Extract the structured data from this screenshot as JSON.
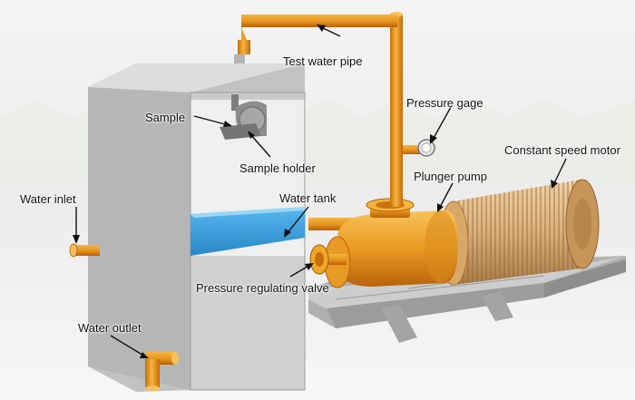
{
  "labels": {
    "test_water_pipe": "Test water pipe",
    "pressure_gage": "Pressure gage",
    "sample": "Sample",
    "sample_holder": "Sample holder",
    "constant_speed_motor": "Constant speed motor",
    "plunger_pump": "Plunger pump",
    "water_inlet": "Water inlet",
    "water_tank": "Water tank",
    "pressure_regulating_valve": "Pressure regulating valve",
    "water_outlet": "Water outlet"
  },
  "colors": {
    "pipe_orange": "#f0a020",
    "pump_orange": "#f2a52a",
    "cabinet_gray": "#c9c9c9",
    "water_blue": "#3ea8e8",
    "motor_tan": "#e6b982",
    "base_gray": "#bcbcbc"
  }
}
